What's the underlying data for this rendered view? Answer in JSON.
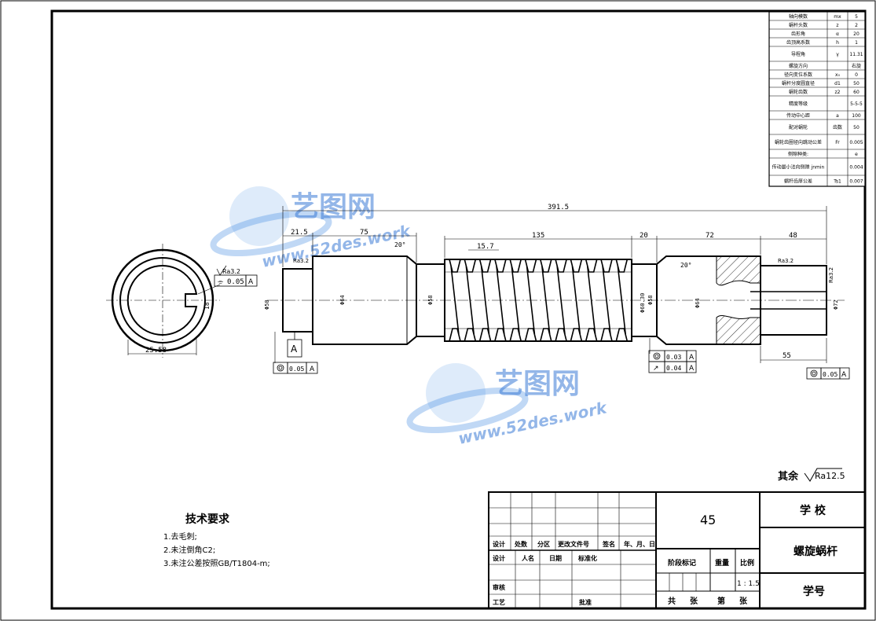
{
  "params_table": [
    {
      "name": "轴向模数",
      "sym": "mx",
      "val": "5"
    },
    {
      "name": "蜗杆头数",
      "sym": "z",
      "val": "2"
    },
    {
      "name": "齿形角",
      "sym": "α",
      "val": "20"
    },
    {
      "name": "齿顶高系数",
      "sym": "h",
      "val": "1"
    },
    {
      "name": "导程角",
      "sym": "γ",
      "val": "11.31"
    },
    {
      "name": "螺旋方向",
      "sym": "",
      "val": "右旋"
    },
    {
      "name": "径向变位系数",
      "sym": "x₀",
      "val": "0"
    },
    {
      "name": "蜗杆分度圆直径",
      "sym": "d1",
      "val": "50"
    },
    {
      "name": "蜗轮齿数",
      "sym": "z2",
      "val": "60"
    },
    {
      "name": "精度等级",
      "sym": "",
      "val": "5-5-5"
    },
    {
      "name": "传动中心距",
      "sym": "a",
      "val": "100"
    },
    {
      "name": "配对蜗轮",
      "sym": "齿数",
      "val": "50"
    },
    {
      "name": "蜗轮齿圈径向跳动公差",
      "sym": "Fr",
      "val": "0.005"
    },
    {
      "name": "侧隙种类:",
      "sym": "",
      "val": "e"
    },
    {
      "name": "传动最小法向侧隙 jnmin",
      "sym": "",
      "val": "0.004"
    },
    {
      "name": "蜗杆齿厚公差",
      "sym": "Ts1",
      "val": "0.007"
    }
  ],
  "dims": {
    "overall": "391.5",
    "d21": "21.5",
    "d75": "75",
    "d135": "135",
    "d20": "20",
    "d72": "72",
    "d48": "48",
    "d55": "55",
    "pitch": "15.7",
    "angle1": "20°",
    "angle2": "20°",
    "phi64a": "Φ64",
    "phi64b": "Φ64",
    "phi58a": "Φ58",
    "phi58b": "Φ58",
    "phi50a": "Φ50",
    "phi60": "Φ60.30",
    "phi72": "Φ72",
    "keyw": "25.58",
    "keyd": "18",
    "ra32": "Ra3.2"
  },
  "gdt": [
    {
      "val": "0.05",
      "ref": "A"
    },
    {
      "val": "0.05",
      "ref": "A"
    },
    {
      "val": "0.03",
      "ref": "A"
    },
    {
      "val": "0.04",
      "ref": "A"
    },
    {
      "val": "0.05",
      "ref": "A"
    }
  ],
  "datum": "A",
  "remaining_roughness": {
    "label": "其余",
    "value": "Ra12.5"
  },
  "tech": {
    "title": "技术要求",
    "items": [
      "1.去毛刺;",
      "2.未注倒角C2;",
      "3.未注公差按照GB/T1804-m;"
    ]
  },
  "title_block": {
    "material": "45",
    "school": "学 校",
    "part_name": "螺旋蜗杆",
    "student_no": "学号",
    "rev_headers": [
      "设计",
      "处数",
      "分区",
      "更改文件号",
      "签名",
      "年、月、日"
    ],
    "row_design": [
      "设计",
      "人名",
      "日期",
      "标准化"
    ],
    "stage": "阶段标记",
    "weight": "重量",
    "scale_label": "比例",
    "scale": "1 : 1.5",
    "review": "审核",
    "craft": "工艺",
    "approve": "批准",
    "sheets": [
      "共",
      "张",
      "第",
      "张"
    ]
  },
  "watermark": {
    "brand": "艺图网",
    "url": "www.52des.work"
  }
}
